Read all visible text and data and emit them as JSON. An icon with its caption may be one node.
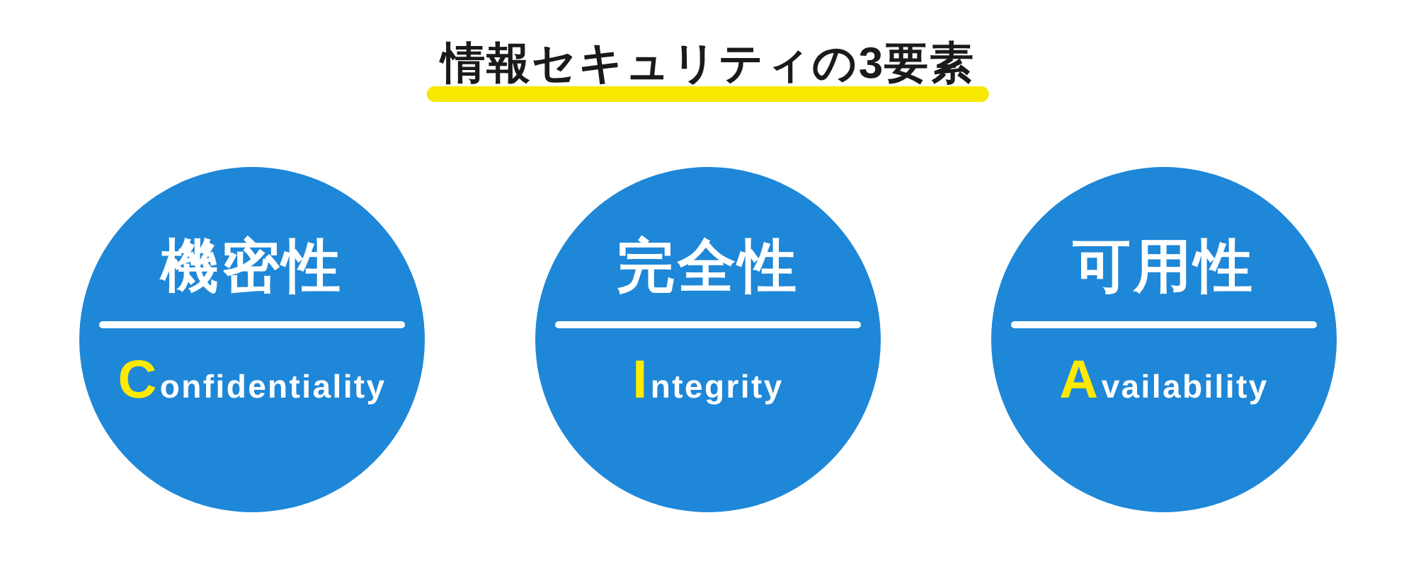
{
  "diagram": {
    "title": "情報セキュリティの3要素",
    "nodes": [
      {
        "text": [
          "機密性",
          "**C**onfidentiality"
        ]
      },
      {
        "text": [
          "完全性",
          "**I**ntegrity"
        ]
      },
      {
        "text": [
          "可用性",
          "**A**vailability"
        ]
      }
    ]
  }
}
